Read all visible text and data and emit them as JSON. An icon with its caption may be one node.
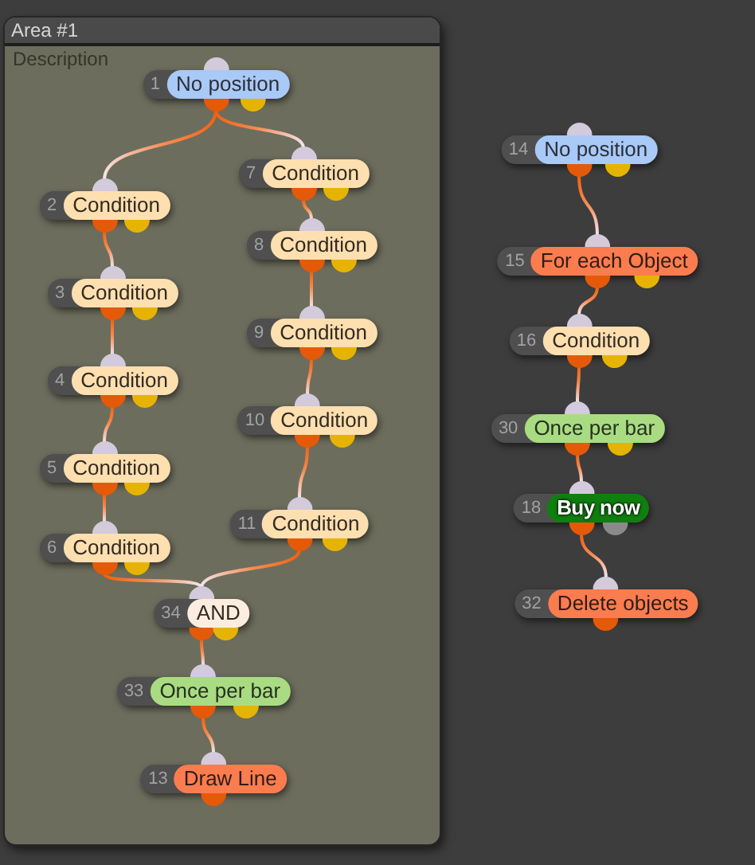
{
  "diagram": {
    "nodes": [
      {
        "text": [
          "Area #1",
          "Description"
        ]
      },
      {
        "text": [
          "1",
          "No position"
        ],
        "in": 0
      },
      {
        "text": [
          "2",
          "Condition"
        ],
        "in": 0
      },
      {
        "text": [
          "3",
          "Condition"
        ],
        "in": 0
      },
      {
        "text": [
          "4",
          "Condition"
        ],
        "in": 0
      },
      {
        "text": [
          "5",
          "Condition"
        ],
        "in": 0
      },
      {
        "text": [
          "6",
          "Condition"
        ],
        "in": 0
      },
      {
        "text": [
          "7",
          "Condition"
        ],
        "in": 0
      },
      {
        "text": [
          "8",
          "Condition"
        ],
        "in": 0
      },
      {
        "text": [
          "9",
          "Condition"
        ],
        "in": 0
      },
      {
        "text": [
          "10",
          "Condition"
        ],
        "in": 0
      },
      {
        "text": [
          "11",
          "Condition"
        ],
        "in": 0
      },
      {
        "text": [
          "34",
          "AND"
        ],
        "in": 0
      },
      {
        "text": [
          "33",
          "Once per bar"
        ],
        "in": 0
      },
      {
        "text": [
          "13",
          "Draw Line"
        ],
        "in": 0
      },
      {
        "text": [
          "14",
          "No position"
        ]
      },
      {
        "text": [
          "15",
          "For each Object"
        ]
      },
      {
        "text": [
          "16",
          "Condition"
        ]
      },
      {
        "text": [
          "30",
          "Once per bar"
        ]
      },
      {
        "text": [
          "18",
          "Buy now"
        ]
      },
      {
        "text": [
          "32",
          "Delete objects"
        ]
      }
    ],
    "edges": [
      {
        "from": 1,
        "to": 2,
        "arrow": "none"
      },
      {
        "from": 2,
        "to": 3,
        "arrow": "none"
      },
      {
        "from": 3,
        "to": 4,
        "arrow": "none"
      },
      {
        "from": 4,
        "to": 5,
        "arrow": "none"
      },
      {
        "from": 5,
        "to": 6,
        "arrow": "none"
      },
      {
        "from": 1,
        "to": 7,
        "arrow": "none"
      },
      {
        "from": 7,
        "to": 8,
        "arrow": "none"
      },
      {
        "from": 8,
        "to": 9,
        "arrow": "none"
      },
      {
        "from": 9,
        "to": 10,
        "arrow": "none"
      },
      {
        "from": 10,
        "to": 11,
        "arrow": "none"
      },
      {
        "from": 6,
        "to": 12,
        "arrow": "none"
      },
      {
        "from": 11,
        "to": 12,
        "arrow": "none"
      },
      {
        "from": 12,
        "to": 13,
        "arrow": "none"
      },
      {
        "from": 13,
        "to": 14,
        "arrow": "none"
      },
      {
        "from": 15,
        "to": 16,
        "arrow": "none"
      },
      {
        "from": 16,
        "to": 17,
        "arrow": "none"
      },
      {
        "from": 17,
        "to": 18,
        "arrow": "none"
      },
      {
        "from": 18,
        "to": 19,
        "arrow": "none"
      },
      {
        "from": 19,
        "to": 20,
        "arrow": "none"
      }
    ]
  }
}
